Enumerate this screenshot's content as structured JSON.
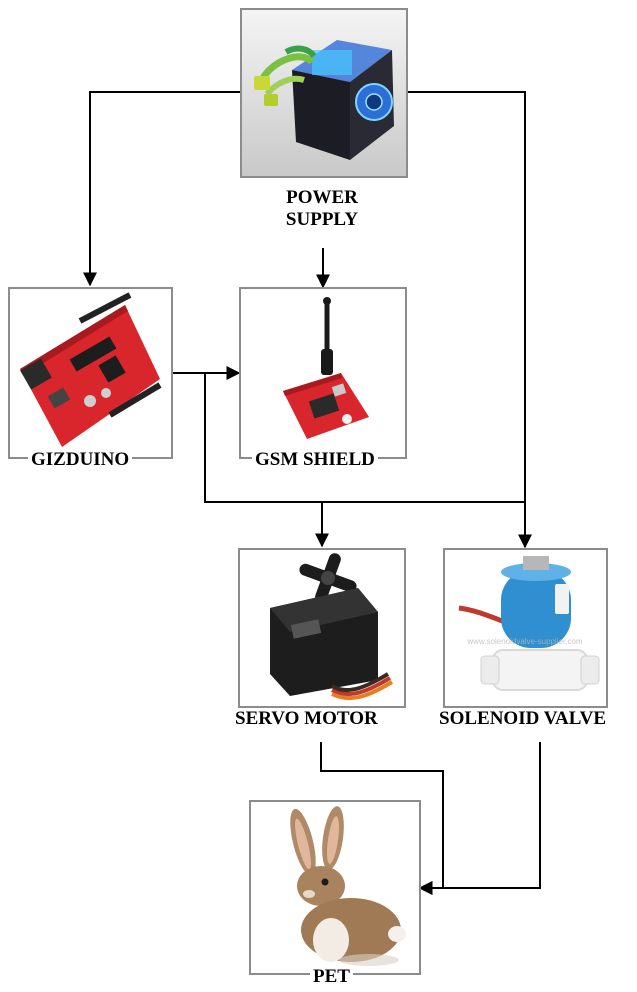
{
  "nodes": {
    "power_supply": {
      "label_line1": "POWER",
      "label_line2": "SUPPLY",
      "icon": "power-supply-unit"
    },
    "gizduino": {
      "label": "GIZDUINO",
      "icon": "microcontroller-board"
    },
    "gsm_shield": {
      "label": "GSM SHIELD",
      "icon": "gsm-module"
    },
    "servo_motor": {
      "label": "SERVO MOTOR",
      "icon": "servo-motor"
    },
    "solenoid_valve": {
      "label": "SOLENOID VALVE",
      "icon": "solenoid-valve",
      "watermark": "www.solenoidvalve-supplier.com"
    },
    "pet": {
      "label": "PET",
      "icon": "rabbit"
    }
  },
  "edges": [
    {
      "from": "power_supply",
      "to": "gizduino"
    },
    {
      "from": "power_supply",
      "to": "gsm_shield"
    },
    {
      "from": "power_supply",
      "to": "solenoid_valve"
    },
    {
      "from": "gizduino",
      "to": "gsm_shield"
    },
    {
      "from": "gizduino",
      "to": "servo_motor"
    },
    {
      "from": "gizduino",
      "to": "solenoid_valve"
    },
    {
      "from": "servo_motor",
      "to": "pet"
    },
    {
      "from": "solenoid_valve",
      "to": "pet"
    }
  ],
  "colors": {
    "line": "#000000",
    "box_border": "#8c8c8c",
    "board_red": "#d8262c",
    "valve_blue": "#2f8fd0"
  }
}
